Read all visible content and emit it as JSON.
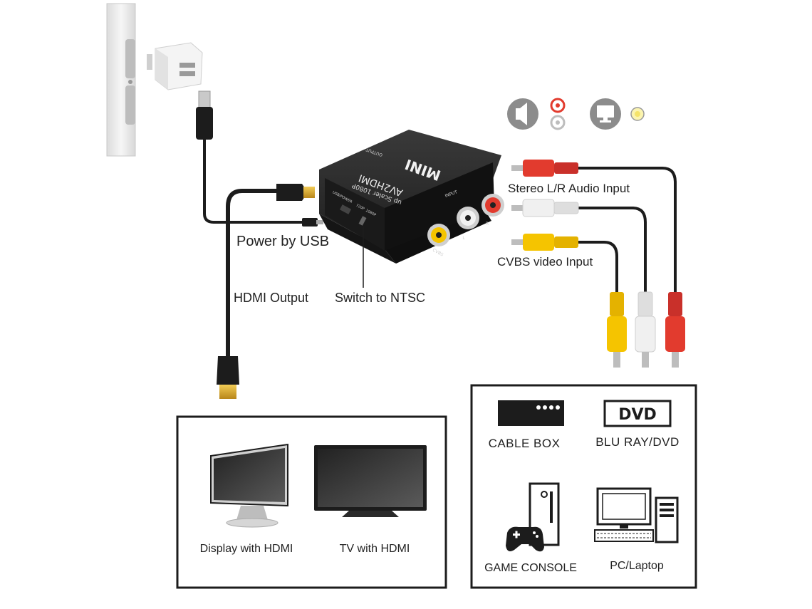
{
  "labels": {
    "power_by_usb": "Power by USB",
    "hdmi_output": "HDMI Output",
    "switch_to_ntsc": "Switch to NTSC",
    "stereo_audio_input": "Stereo L/R Audio Input",
    "cvbs_video_input": "CVBS video Input"
  },
  "converter": {
    "brand": "MINI",
    "model": "AV2HDMI",
    "subtitle": "up Scaler 1080P",
    "output_label": "OUTPUT",
    "input_label": "INPUT",
    "usb_power_label": "USB/POWER",
    "p720_label": "720P",
    "p1080_label": "1080P",
    "cvbs_port_label": "CVBS",
    "l_port_label": "L",
    "r_port_label": "R"
  },
  "output_devices": {
    "items": [
      {
        "label": "Display with HDMI",
        "icon": "monitor-icon"
      },
      {
        "label": "TV with HDMI",
        "icon": "tv-icon"
      }
    ]
  },
  "input_devices": {
    "items": [
      {
        "label": "CABLE BOX",
        "icon": "cable-box-icon"
      },
      {
        "label": "BLU RAY/DVD",
        "icon": "dvd-player-icon"
      },
      {
        "label": "GAME CONSOLE",
        "icon": "game-console-icon"
      },
      {
        "label": "PC/Laptop",
        "icon": "pc-icon"
      }
    ],
    "dvd_logo_text": "DVD"
  },
  "colors": {
    "cable": "#1c1c1c",
    "rca_red": "#e23b2e",
    "rca_white": "#e6e6e6",
    "rca_yellow": "#f5c400",
    "hdmi_gold": "#d9a520",
    "icon_gray": "#8c8c8c"
  }
}
